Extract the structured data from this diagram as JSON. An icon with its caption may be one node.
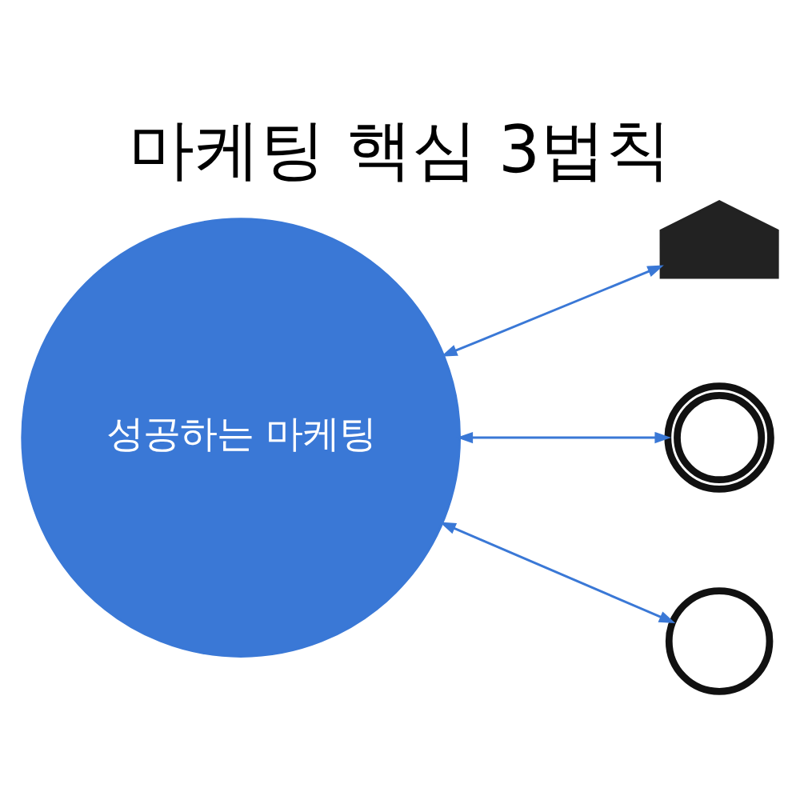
{
  "diagram": {
    "title": "마케팅 핵심 3법칙",
    "nodes": [
      {
        "text": [
          "성공하는 마케팅"
        ]
      },
      {
        "text": [],
        "shape": "crown"
      },
      {
        "text": [],
        "shape": "magnifier"
      },
      {
        "text": [],
        "shape": "clock"
      }
    ],
    "edges": [
      {
        "from": 0,
        "to": 1,
        "arrow": "both"
      },
      {
        "from": 0,
        "to": 2,
        "arrow": "both"
      },
      {
        "from": 0,
        "to": 3,
        "arrow": "both"
      }
    ]
  }
}
